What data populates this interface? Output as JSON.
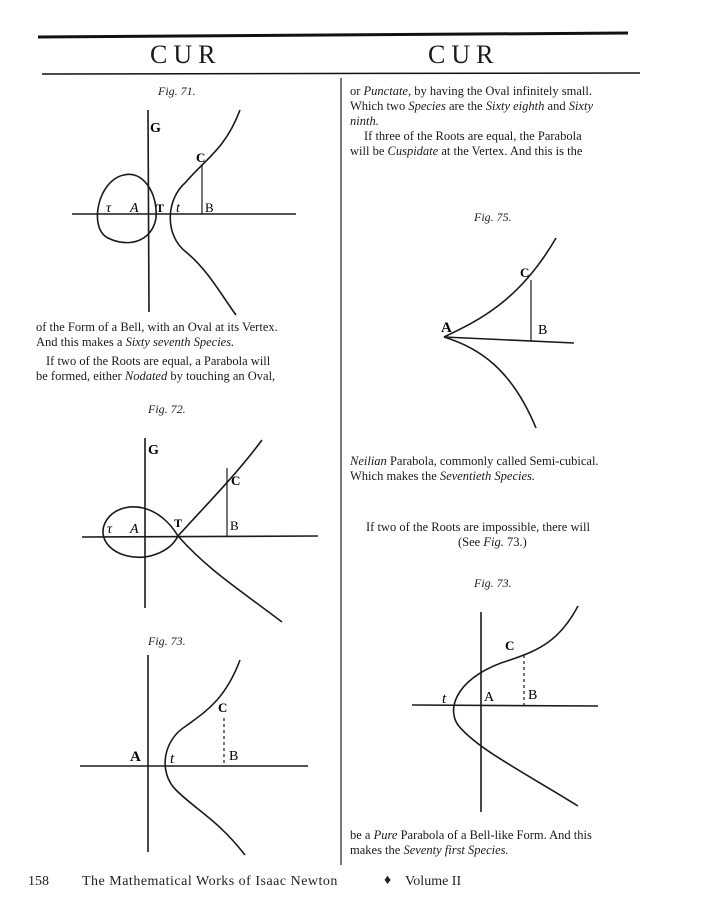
{
  "header": {
    "left": "CUR",
    "right": "CUR"
  },
  "left": {
    "fig71_caption": "Fig. 71.",
    "fig71_labels": {
      "G": "G",
      "C": "C",
      "tau": "τ",
      "A": "A",
      "T": "T",
      "t": "t",
      "B": "B"
    },
    "text_block": {
      "line1": "of the Form of a Bell, with an Oval at its Vertex.",
      "line2_a": "And this makes a ",
      "line2_b": "Sixty seventh Species.",
      "line3": "If two of the Roots are equal, a Parabola will",
      "line4_a": "be formed, either ",
      "line4_b": "Nodated",
      "line4_c": " by touching an Oval,"
    },
    "fig72_caption": "Fig. 72.",
    "fig72_labels": {
      "G": "G",
      "C": "C",
      "tau": "τ",
      "A": "A",
      "T": "T",
      "B": "B"
    },
    "fig73_caption": "Fig. 73.",
    "fig73_labels": {
      "A": "A",
      "t": "t",
      "C": "C",
      "B": "B"
    }
  },
  "right": {
    "top_text": {
      "line1_a": "or ",
      "line1_b": "Punctate",
      "line1_c": ", by having the Oval infinitely small.",
      "line2_a": "Which two ",
      "line2_b": "Species",
      "line2_c": " are the ",
      "line2_d": "Sixty eighth",
      "line2_e": " and ",
      "line2_f": "Sixty",
      "line3": "ninth.",
      "line4": "If three of the Roots are equal, the Parabola",
      "line5_a": "will be ",
      "line5_b": "Cuspidate",
      "line5_c": " at the Vertex.  And this is the"
    },
    "fig75_caption": "Fig. 75.",
    "fig75_labels": {
      "A": "A",
      "C": "C",
      "B": "B"
    },
    "mid_text": {
      "line1_a": "Neilian",
      "line1_b": " Parabola, commonly called Semi-cubical.",
      "line2_a": "Which makes the ",
      "line2_b": "Seventieth Species.",
      "line3": "If two of the Roots are impossible, there will",
      "line4_a": "(See ",
      "line4_b": "Fig.",
      "line4_c": " 73.)"
    },
    "fig73_caption": "Fig. 73.",
    "fig73_labels": {
      "t": "t",
      "A": "A",
      "C": "C",
      "B": "B"
    },
    "bottom_text": {
      "line1_a": "be a ",
      "line1_b": "Pure",
      "line1_c": " Parabola of a Bell-like Form.  And this",
      "line2_a": "makes the ",
      "line2_b": "Seventy first Species."
    }
  },
  "footer": {
    "page_number": "158",
    "title": "The Mathematical Works of Isaac Newton",
    "diamond": "♦",
    "volume": "Volume II"
  }
}
